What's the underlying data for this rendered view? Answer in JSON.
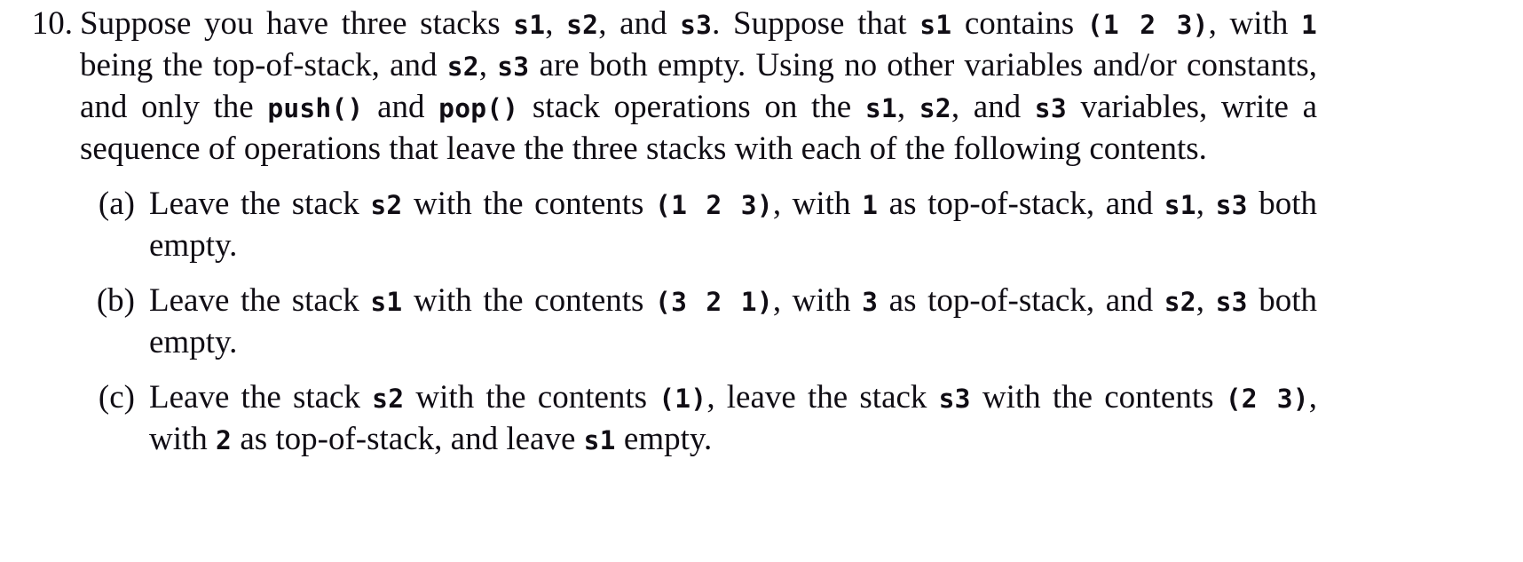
{
  "document": {
    "kind": "textbook-exercise",
    "background_color": "#ffffff",
    "text_color": "#100d14"
  },
  "problem": {
    "marker": "10.",
    "intro": {
      "t1": "Suppose you have three stacks ",
      "c1": "s1",
      "t2": ", ",
      "c2": "s2",
      "t3": ", and ",
      "c3": "s3",
      "t4": ".  Suppose that ",
      "c4": "s1",
      "t5": " contains ",
      "c5": "(1 2 3)",
      "t6": ", with ",
      "c6": "1",
      "t7": " being the top-of-stack, and ",
      "c7": "s2",
      "t8": ", ",
      "c8": "s3",
      "t9": " are both empty.  Using no other variables and/or constants, and only the ",
      "c9": "push()",
      "t10": " and ",
      "c10": "pop()",
      "t11": " stack operations on the ",
      "c11": "s1",
      "t12": ", ",
      "c12": "s2",
      "t13": ", and ",
      "c13": "s3",
      "t14": " variables, write a sequence of operations that leave the three stacks with each of the following contents."
    }
  },
  "subitems": [
    {
      "marker": "(a)",
      "t1": "Leave the stack ",
      "c1": "s2",
      "t2": " with the contents ",
      "c2": "(1 2 3)",
      "t3": ", with ",
      "c3": "1",
      "t4": " as top-of-stack, and ",
      "c4": "s1",
      "t5": ", ",
      "c5": "s3",
      "t6": " both empty."
    },
    {
      "marker": "(b)",
      "t1": "Leave the stack ",
      "c1": "s1",
      "t2": " with the contents ",
      "c2": "(3 2 1)",
      "t3": ", with ",
      "c3": "3",
      "t4": " as top-of-stack, and ",
      "c4": "s2",
      "t5": ", ",
      "c5": "s3",
      "t6": " both empty."
    },
    {
      "marker": "(c)",
      "t1": "Leave the stack ",
      "c1": "s2",
      "t2": " with the contents ",
      "c2": "(1)",
      "t3": ", leave the stack ",
      "c3": "s3",
      "t4": " with the contents ",
      "c4": "(2 3)",
      "t5": ", with ",
      "c5": "2",
      "t6": " as top-of-stack, and leave ",
      "c6": "s1",
      "t7": " empty."
    }
  ]
}
